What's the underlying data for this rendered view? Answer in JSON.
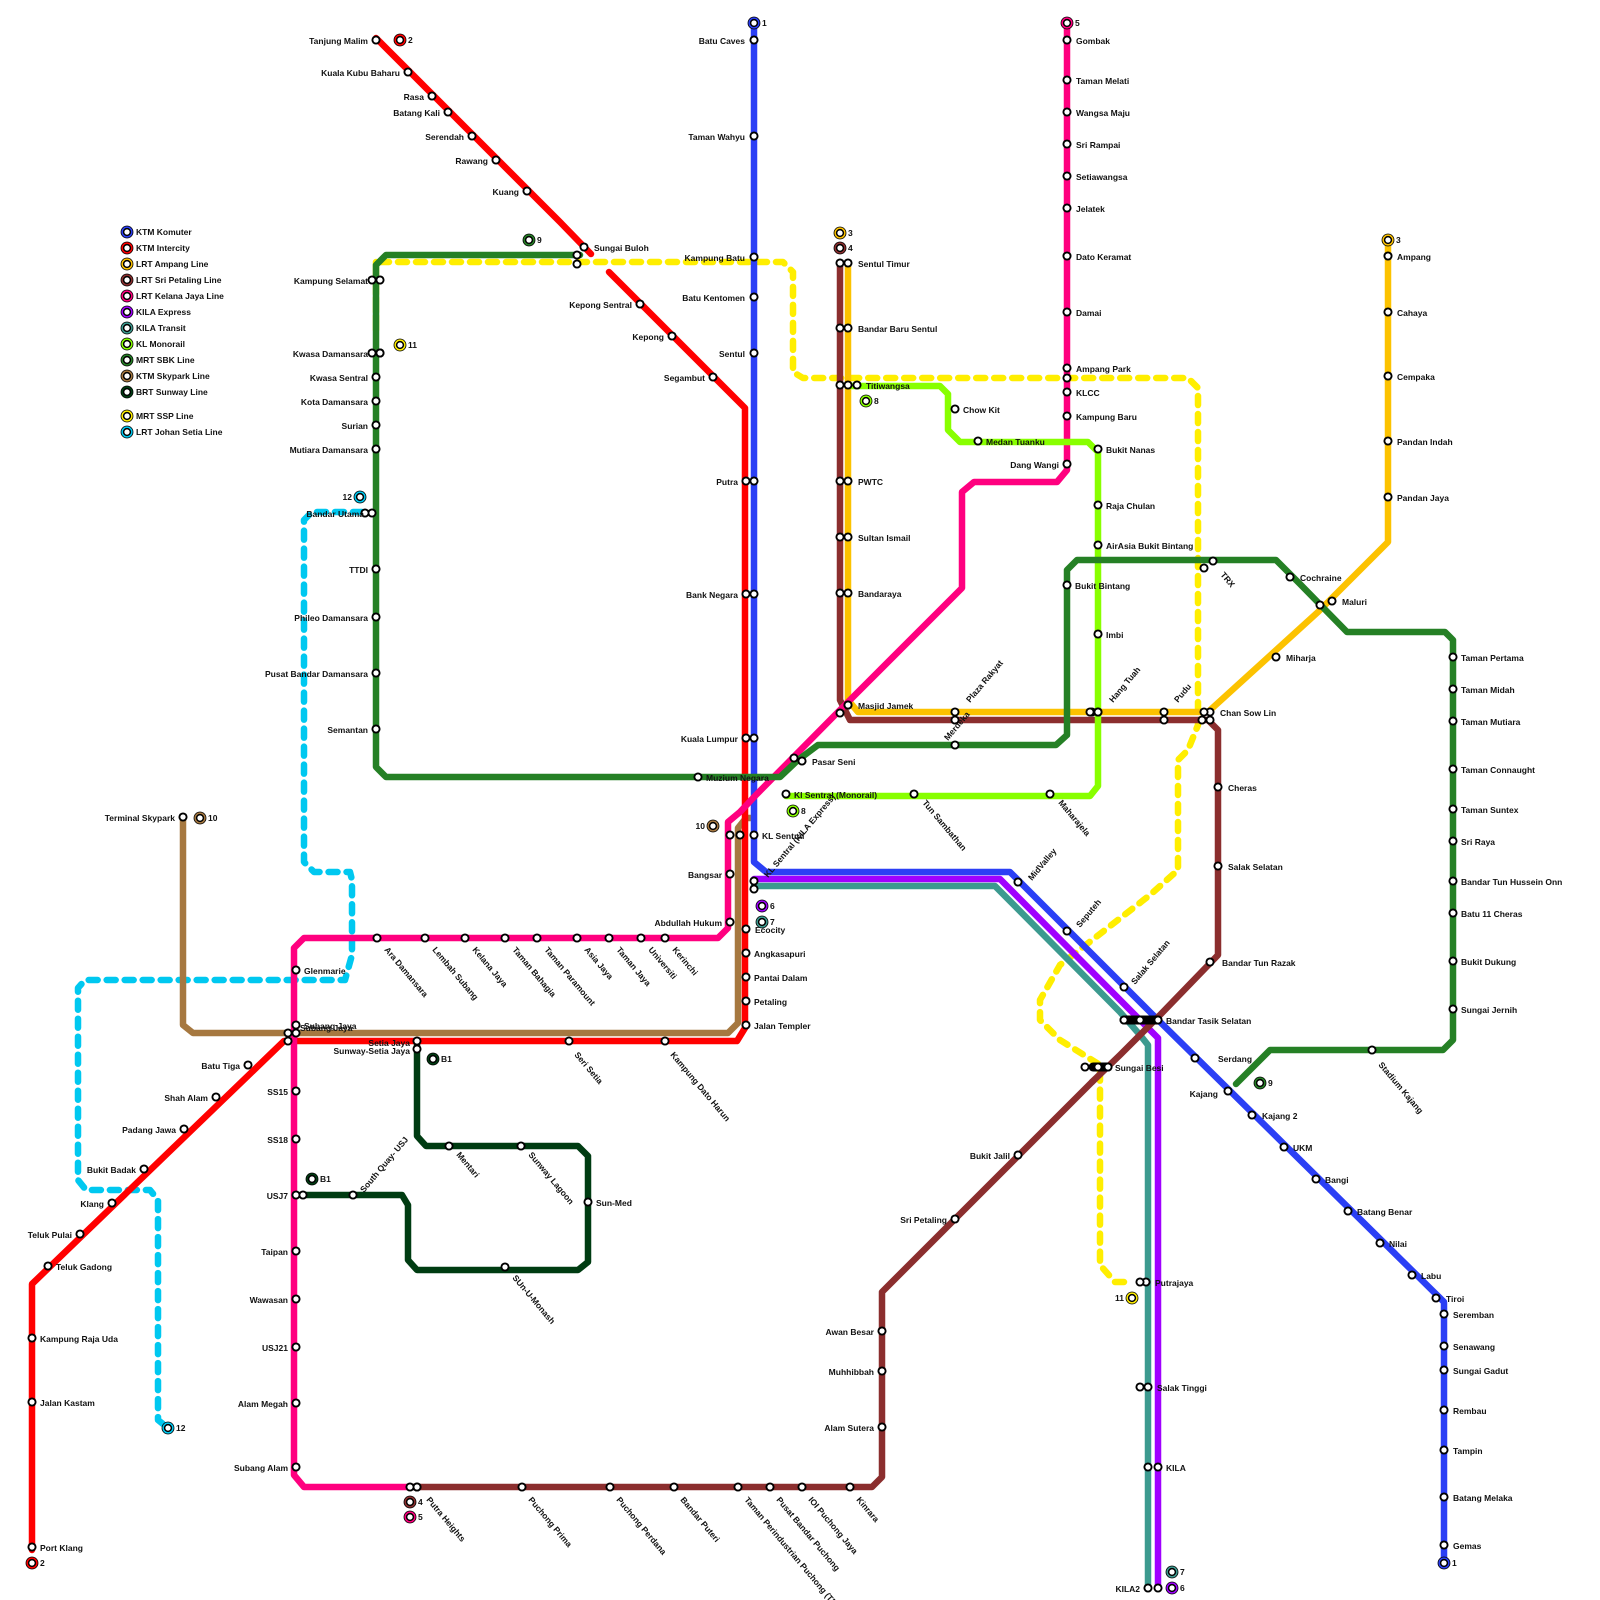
{
  "legend": [
    {
      "label": "KTM Komuter",
      "color": "#2b3ff5"
    },
    {
      "label": "KTM Intercity",
      "color": "#ff0000"
    },
    {
      "label": "LRT Ampang Line",
      "color": "#fcc200"
    },
    {
      "label": "LRT Sri Petaling Line",
      "color": "#8b2e2e"
    },
    {
      "label": "LRT Kelana Jaya Line",
      "color": "#ff007f"
    },
    {
      "label": "KILA Express",
      "color": "#a000ff"
    },
    {
      "label": "KILA Transit",
      "color": "#3c9a8f"
    },
    {
      "label": "KL Monorail",
      "color": "#88ff00"
    },
    {
      "label": "MRT SBK Line",
      "color": "#258025"
    },
    {
      "label": "KTM Skypark Line",
      "color": "#a67840"
    },
    {
      "label": "BRT Sunway Line",
      "color": "#003c12"
    },
    {
      "label": "MRT SSP Line",
      "color": "#ffee00"
    },
    {
      "label": "LRT Johan Setia Line",
      "color": "#00c8f0"
    }
  ],
  "line_badges": [
    "1",
    "2",
    "3",
    "4",
    "5",
    "6",
    "7",
    "8",
    "9",
    "10",
    "11",
    "12",
    "B1"
  ],
  "stations": {
    "ktm_komuter": [
      "Batu Caves",
      "Taman Wahyu",
      "Kampung Batu",
      "Batu Kentomen",
      "Sentul",
      "Putra",
      "Bank Negara",
      "Kuala Lumpur",
      "KL Sentral",
      "Abdullah Hukum",
      "MidValley",
      "Seputeh",
      "Salak Selatan",
      "Bandar Tasik Selatan",
      "Serdang",
      "Kajang",
      "Kajang 2",
      "UKM",
      "Bangi",
      "Batang Benar",
      "Nilai",
      "Labu",
      "Tiroi",
      "Seremban",
      "Senawang",
      "Sungai Gadut",
      "Rembau",
      "Tampin",
      "Batang Melaka",
      "Gemas"
    ],
    "ktm_intercity": [
      "Tanjung Malim",
      "Kuala Kubu Baharu",
      "Rasa",
      "Batang Kali",
      "Serendah",
      "Rawang",
      "Kuang",
      "Sungai Buloh",
      "Kepong Sentral",
      "Kepong",
      "Segambut",
      "Angkasapuri",
      "Pantai Dalam",
      "Petaling",
      "Jalan Templer",
      "Kampung Dato Harun",
      "Seri Setia",
      "Setia Jaya",
      "Subang Jaya",
      "Batu Tiga",
      "Shah Alam",
      "Padang Jawa",
      "Bukit Badak",
      "Klang",
      "Teluk Pulai",
      "Teluk Gadong",
      "Kampung Raja Uda",
      "Jalan Kastam",
      "Port Klang"
    ],
    "lrt_ampang": [
      "Sentul Timur",
      "Bandar Baru Sentul",
      "Titiwangsa",
      "PWTC",
      "Sultan Ismail",
      "Bandaraya",
      "Masjid Jamek",
      "Plaza Rakyat",
      "Hang Tuah",
      "Pudu",
      "Chan Sow Lin",
      "Miharja",
      "Maluri",
      "Pandan Jaya",
      "Pandan Indah",
      "Cempaka",
      "Cahaya",
      "Ampang"
    ],
    "lrt_sri_petaling": [
      "Cheras",
      "Salak Selatan",
      "Bandar Tun Razak",
      "Sungai Besi",
      "Bukit Jalil",
      "Sri Petaling",
      "Awan Besar",
      "Muhhibbah",
      "Alam Sutera",
      "Kinrara",
      "IOI Puchong Jaya",
      "Pusat Bandar Puchong",
      "Taman Perindustrian Puchong (TPP)",
      "Bandar Puteri",
      "Puchong Perdana",
      "Puchong Prima",
      "Putra Heights"
    ],
    "lrt_kelana_jaya": [
      "Gombak",
      "Taman Melati",
      "Wangsa Maju",
      "Sri Rampai",
      "Setiawangsa",
      "Jelatek",
      "Dato Keramat",
      "Damai",
      "Ampang Park",
      "KLCC",
      "Kampung Baru",
      "Dang Wangi",
      "Pasar Seni",
      "Bangsar",
      "Kerinchi",
      "Universiti",
      "Taman Jaya",
      "Asia Jaya",
      "Taman Paramount",
      "Taman Bahagia",
      "Kelana Jaya",
      "Lembah Subang",
      "Ara Damansara",
      "Glenmarie",
      "Subang Jaya",
      "SS15",
      "SS18",
      "USJ7",
      "Taipan",
      "Wawasan",
      "USJ21",
      "Alam Megah",
      "Subang Alam"
    ],
    "kila": [
      "KL Sentral (KILA Express)",
      "Ecocity",
      "Putrajaya",
      "Salak Tinggi",
      "KILA",
      "KILA2"
    ],
    "monorail": [
      "Kl Sentral (Monorail)",
      "Tun Sambathan",
      "Maharajela",
      "Imbi",
      "AirAsia Bukit Bintang",
      "Raja Chulan",
      "Bukit Nanas",
      "Medan Tuanku",
      "Chow Kit"
    ],
    "mrt_sbk": [
      "Kampung Selamat",
      "Kwasa Damansara",
      "Kwasa Sentral",
      "Kota Damansara",
      "Surian",
      "Mutiara Damansara",
      "Bandar Utama",
      "TTDI",
      "Phileo Damansara",
      "Pusat Bandar Damansara",
      "Semantan",
      "Muzium Negara",
      "Merdeka",
      "Bukit Bintang",
      "TRX",
      "Cochraine",
      "Taman Pertama",
      "Taman Midah",
      "Taman Mutiara",
      "Taman Connaught",
      "Taman Suntex",
      "Sri Raya",
      "Bandar Tun Hussein Onn",
      "Batu 11 Cheras",
      "Bukit Dukung",
      "Sungai Jernih",
      "Stadium Kajang"
    ],
    "skypark": [
      "Terminal Skypark"
    ],
    "brt": [
      "Sunway-Setia Jaya",
      "Mentari",
      "Sunway Lagoon",
      "Sun-Med",
      "SUn-U-Monash",
      "South Quay- USJ"
    ]
  }
}
